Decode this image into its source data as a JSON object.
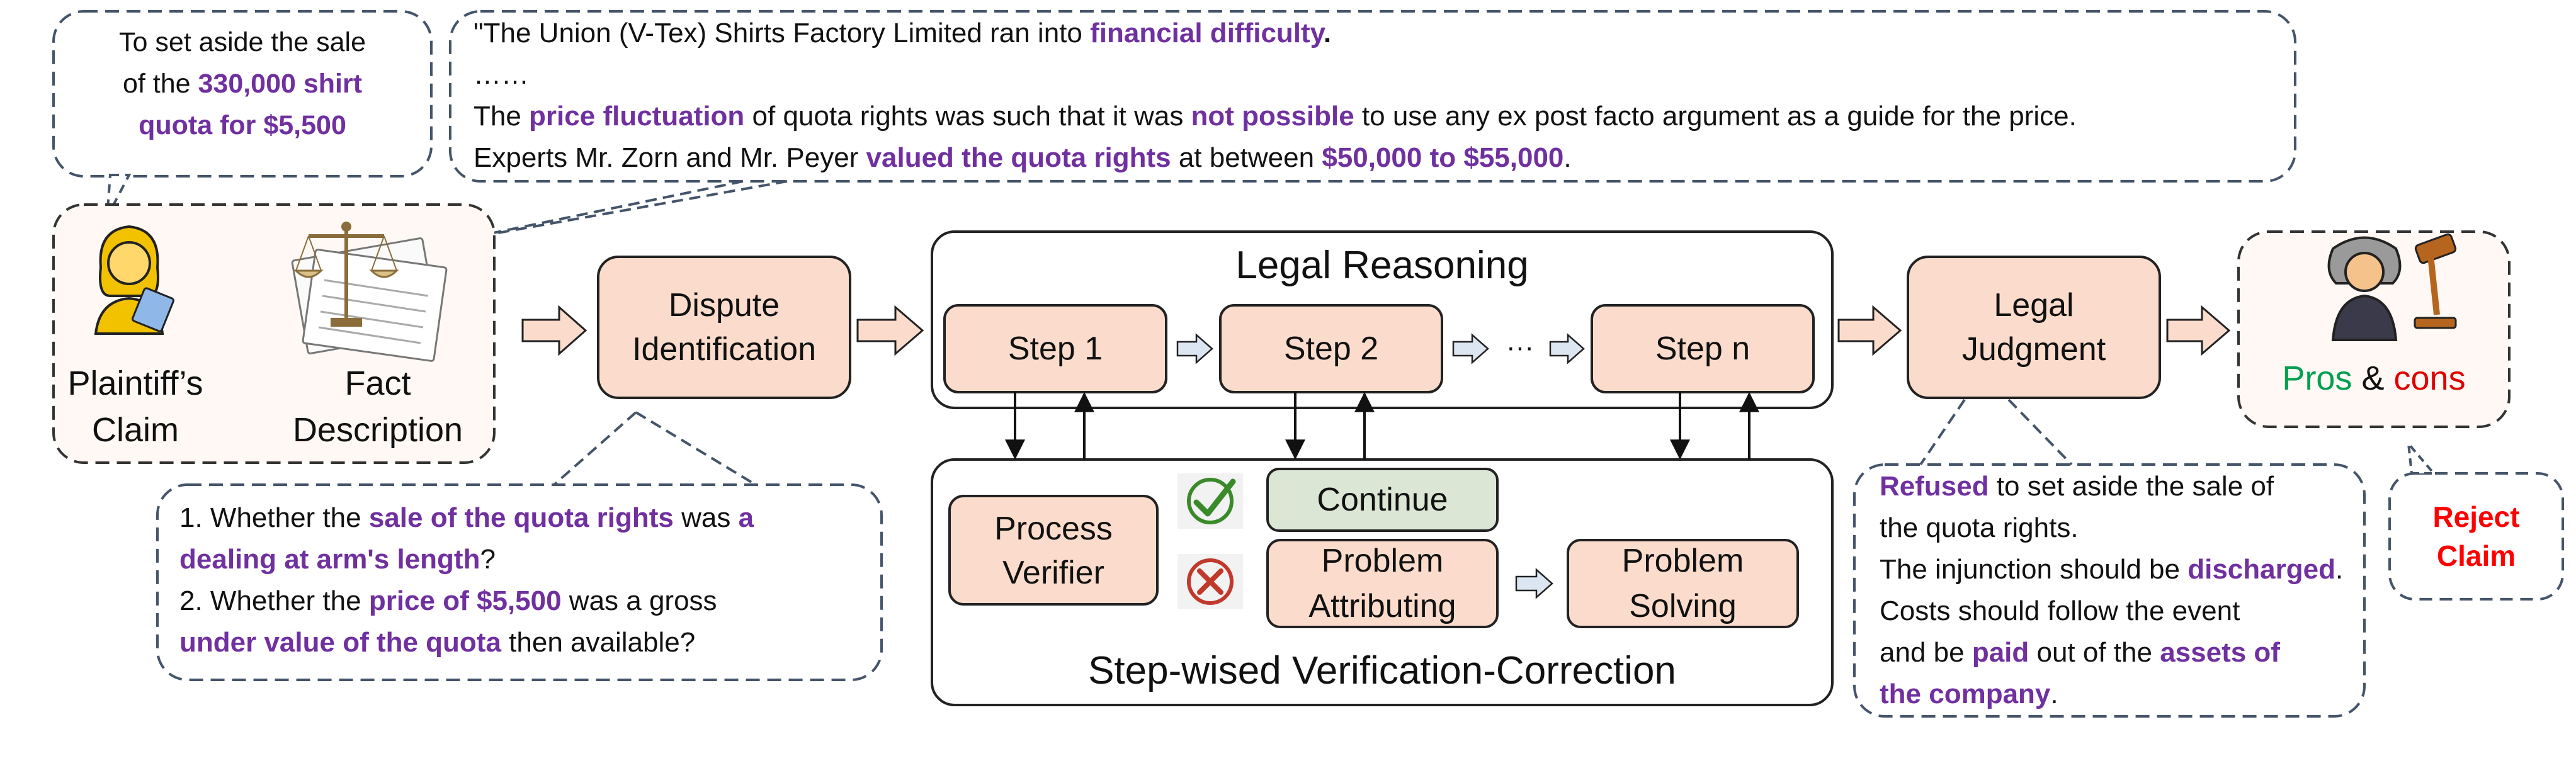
{
  "colors": {
    "accent_purple": "#7030a0",
    "box_fill": "#fbdccc",
    "continue_fill": "#dbe6d5",
    "dashed_border": "#44546a",
    "arrow_fill": "#fbdccc",
    "small_arrow_fill": "#dce6f2",
    "pros": "#00a050",
    "cons": "#e00000",
    "reject": "#ff0000"
  },
  "icons": [
    "plaintiff-icon",
    "scales-documents-icon",
    "judge-gavel-icon",
    "check-icon",
    "cross-icon"
  ],
  "input": {
    "plaintiff_label_1": "Plaintiff’s",
    "plaintiff_label_2": "Claim",
    "fact_label_1": "Fact",
    "fact_label_2": "Description"
  },
  "claim_callout": {
    "l1": "To set aside the sale",
    "l2a": "of the ",
    "l2b": "330,000 shirt",
    "l3": "quota for $5,500"
  },
  "fact_callout": {
    "l1a": "\"The Union (V-Tex) Shirts Factory Limited ran into ",
    "l1b": "financial difficulty",
    "l1c": ".",
    "l2": "……",
    "l3a": "The ",
    "l3b": "price fluctuation",
    "l3c": " of quota rights was such that it was ",
    "l3d": "not possible",
    "l3e": " to use any ex post facto argument as a guide for the price.",
    "l4a": "Experts Mr. Zorn and Mr. Peyer ",
    "l4b": "valued the quota rights",
    "l4c": " at between ",
    "l4d": "$50,000 to $55,000",
    "l4e": "."
  },
  "dispute": {
    "label_1": "Dispute",
    "label_2": "Identification"
  },
  "dispute_callout": {
    "l1a": "1. Whether the ",
    "l1b": "sale of the quota rights",
    "l1c": " was ",
    "l1d": "a",
    "l2a": "dealing at arm's length",
    "l2b": "?",
    "l3a": "2. Whether the ",
    "l3b": "price of $5,500",
    "l3c": " was a gross",
    "l4a": "under value of the quota",
    "l4b": " then available?"
  },
  "reasoning": {
    "title": "Legal Reasoning",
    "step1": "Step 1",
    "step2": "Step 2",
    "ellipsis": "···",
    "stepn": "Step n"
  },
  "verification": {
    "title": "Step-wised Verification-Correction",
    "verifier_1": "Process",
    "verifier_2": "Verifier",
    "continue": "Continue",
    "attrib_1": "Problem",
    "attrib_2": "Attributing",
    "solving_1": "Problem",
    "solving_2": "Solving"
  },
  "judgment": {
    "label_1": "Legal",
    "label_2": "Judgment"
  },
  "judgment_callout": {
    "l1a": "Refused",
    "l1b": " to set aside the sale of",
    "l2": "the quota rights.",
    "l3a": "The injunction should be ",
    "l3b": "discharged",
    "l3c": ".",
    "l4": "Costs should follow the event",
    "l5a": "and be ",
    "l5b": "paid",
    "l5c": " out of the ",
    "l5d": "assets of",
    "l6": "the company",
    "l6b": "."
  },
  "outcome": {
    "pros": "Pros",
    "amp": " & ",
    "cons": "cons"
  },
  "reject": {
    "l1": "Reject",
    "l2": "Claim"
  }
}
